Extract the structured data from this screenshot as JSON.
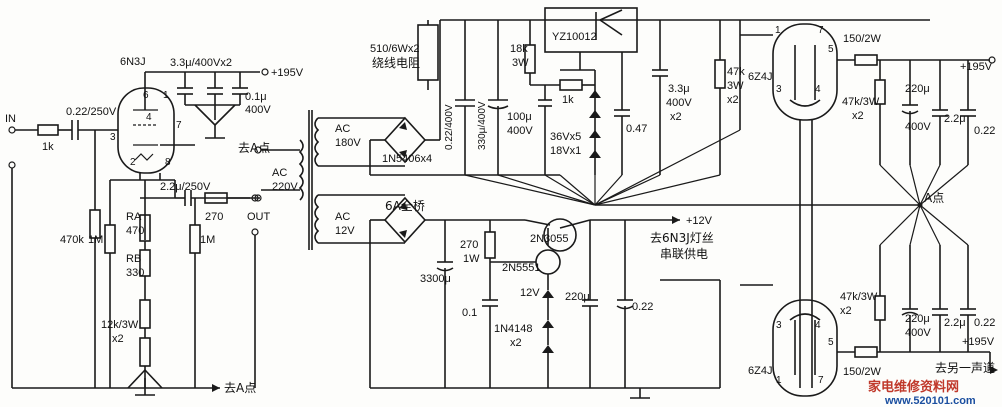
{
  "labels": {
    "in": "IN",
    "out": "OUT",
    "v6n3j": "6N3J",
    "c_in": "0.22/250V",
    "r_in": "1k",
    "r470k": "470k",
    "r1m_a": "1M",
    "r1m_b": "1M",
    "ra": "RA",
    "ra_val": "470",
    "rb": "RB",
    "rb_val": "330",
    "r12k": "12k/3W",
    "r12k_x": "x2",
    "c_top": "3.3μ/400Vx2",
    "c01": "0.1μ",
    "c01v": "400V",
    "plus195_a": "+195V",
    "to_a_top": "去A点",
    "to_a_bot": "去A点",
    "c_out": "2.2μ/250V",
    "r270": "270",
    "pin6": "6",
    "pin1": "1",
    "pin3": "3",
    "pin2": "2",
    "pin7": "7",
    "pin8": "8",
    "pin4": "4",
    "r510": "510/6Wx2",
    "wire_res": "绕线电阻",
    "ac180": "AC",
    "ac180v": "180V",
    "ac220": "AC",
    "ac220v": "220V",
    "ac12": "AC",
    "ac12v": "12V",
    "bridge1": "1N5406x4",
    "bridge2": "6A全桥",
    "c022": "0.22/400V",
    "c330": "330μ/400V",
    "r18k": "18k",
    "r18k_w": "3W",
    "ic": "YZ10012",
    "c100": "100μ",
    "c100v": "400V",
    "r1k_b": "1k",
    "zener": "36Vx5",
    "zener2": "18Vx1",
    "c047": "0.47",
    "c33b": "3.3μ",
    "c33bv": "400V",
    "c33bx": "x2",
    "r47k": "47k",
    "r47k_w": "3W",
    "r47k_x": "x2",
    "c3300": "3300μ",
    "r270b": "270",
    "r270b_w": "1W",
    "q2n3055": "2N3055",
    "q2n5551": "2N5551",
    "z12v": "12V",
    "d1n4148": "1N4148",
    "d1n4148x": "x2",
    "c01b": "0.1",
    "c220b": "220μ",
    "c022b": "0.22",
    "plus12": "+12V",
    "heater1": "去6N3J灯丝",
    "heater2": "串联供电",
    "v6z4j_top": "6Z4J",
    "v6z4j_bot": "6Z4J",
    "r150_top": "150/2W",
    "r150_bot": "150/2W",
    "plus195_b": "+195V",
    "plus195_c": "+195V",
    "r47k3w_top": "47k/3W",
    "r47k3w_top_x": "x2",
    "r47k3w_bot": "47k/3W",
    "r47k3w_bot_x": "x2",
    "c220_top": "220μ",
    "c220_top_v": "400V",
    "c22_top": "2.2μ",
    "c022_top": "0.22",
    "c220_bot": "220μ",
    "c220_bot_v": "400V",
    "c22_bot": "2.2μ",
    "c022_bot": "0.22",
    "a_point": "A点",
    "other_ch": "去另一声道",
    "vt_pin1": "1",
    "vt_pin7": "7",
    "vt_pin5": "5",
    "vt_pin4": "4",
    "vt_pin3": "3",
    "vb_pin3": "3",
    "vb_pin4": "4",
    "vb_pin5": "5",
    "vb_pin1": "1",
    "vb_pin7": "7",
    "watermark": "家电维修资料网",
    "watermark_url": "www.520101.com"
  }
}
